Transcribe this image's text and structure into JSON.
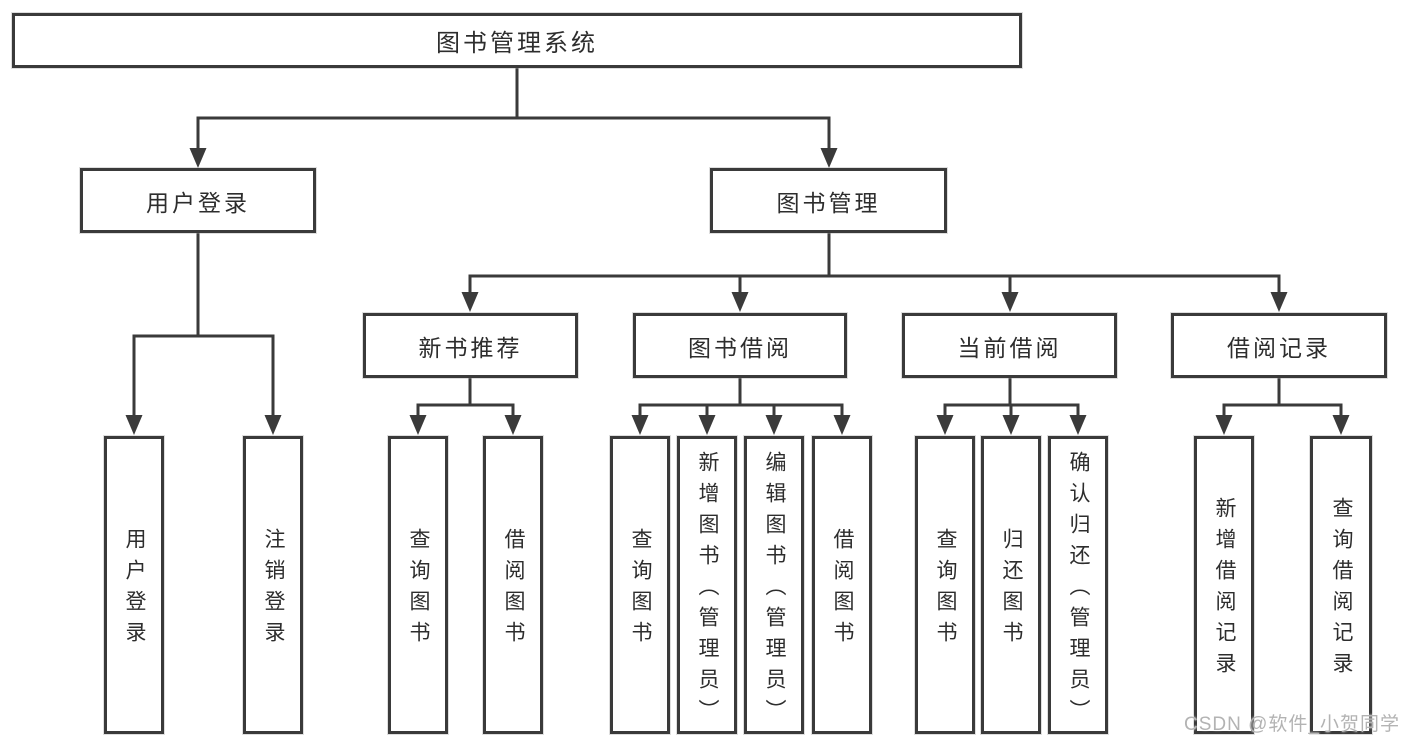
{
  "diagram": {
    "root": {
      "label": "图书管理系统"
    },
    "level2": [
      {
        "label": "用户登录"
      },
      {
        "label": "图书管理"
      }
    ],
    "level3": [
      {
        "label": "新书推荐"
      },
      {
        "label": "图书借阅"
      },
      {
        "label": "当前借阅"
      },
      {
        "label": "借阅记录"
      }
    ],
    "leaves": {
      "user_login": [
        "用户登录",
        "注销登录"
      ],
      "new_books": [
        "查询图书",
        "借阅图书"
      ],
      "book_borrow": [
        "查询图书",
        "新增图书（管理员）",
        "编辑图书（管理员）",
        "借阅图书"
      ],
      "current_borrow": [
        "查询图书",
        "归还图书",
        "确认归还（管理员）"
      ],
      "borrow_records": [
        "新增借阅记录",
        "查询借阅记录"
      ]
    }
  },
  "watermark": "CSDN @软件_小贺同学",
  "colors": {
    "line": "#3a3a3a",
    "text": "#2d2d2d",
    "watermark": "#b3b3b3",
    "background": "#ffffff"
  }
}
